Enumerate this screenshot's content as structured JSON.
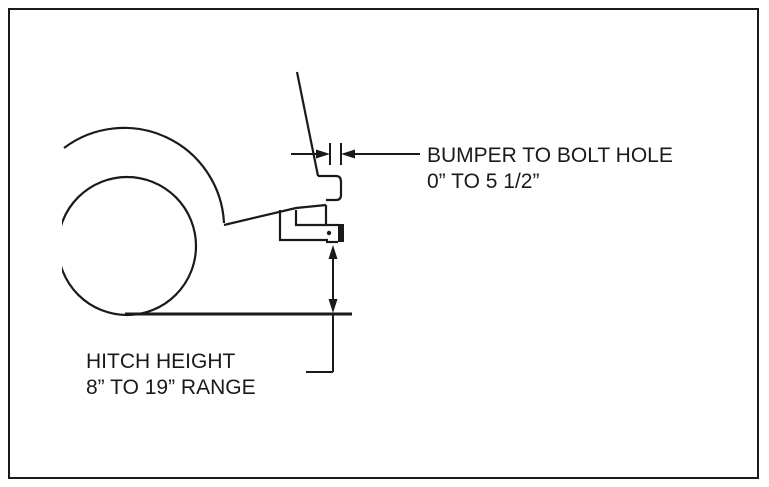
{
  "callouts": {
    "bumper": {
      "line1": "BUMPER TO BOLT HOLE",
      "line2": "0” TO 5 1/2”"
    },
    "hitch": {
      "line1": "HITCH HEIGHT",
      "line2": "8” TO 19” RANGE"
    }
  },
  "colors": {
    "ink": "#1a1a1a",
    "background": "#ffffff"
  }
}
